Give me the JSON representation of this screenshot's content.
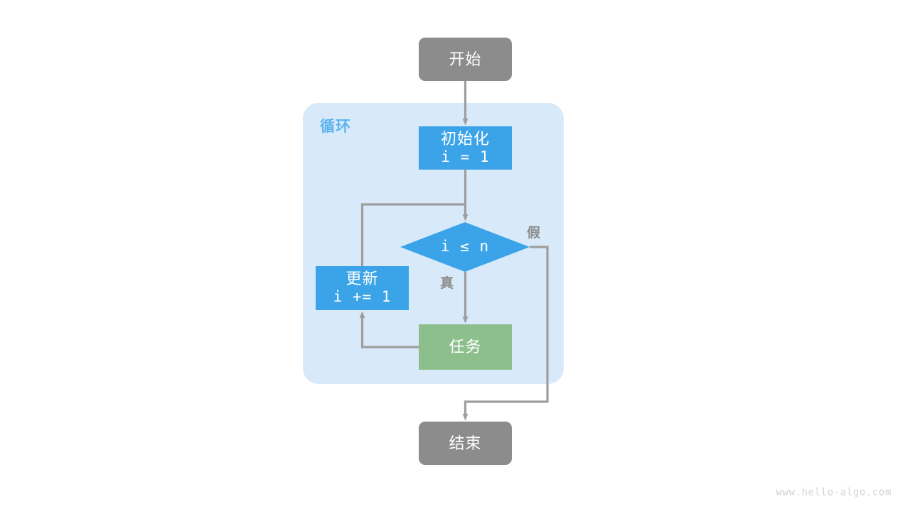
{
  "diagram": {
    "title": "for-loop-flowchart",
    "watermark": "www.hello-algo.com",
    "colors": {
      "terminal": "#8c8c8c",
      "process": "#3ba3e8",
      "task": "#8cbf8b",
      "loop_container": "#d8eafa",
      "loop_label": "#5cb3ee",
      "edge": "#9e9e9e",
      "background": "#ffffff",
      "node_text": "#ffffff",
      "branch_label": "#8c8c8c"
    },
    "loop_container": {
      "label": "循环"
    },
    "nodes": {
      "start": {
        "label": "开始",
        "shape": "rounded-rectangle"
      },
      "init": {
        "label": "初始化",
        "code": "i = 1",
        "shape": "rectangle"
      },
      "condition": {
        "label": "i ≤ n",
        "shape": "diamond"
      },
      "task": {
        "label": "任务",
        "shape": "rectangle"
      },
      "update": {
        "label": "更新",
        "code": "i += 1",
        "shape": "rectangle"
      },
      "end": {
        "label": "结束",
        "shape": "rounded-rectangle"
      }
    },
    "branch_labels": {
      "true": "真",
      "false": "假"
    }
  }
}
